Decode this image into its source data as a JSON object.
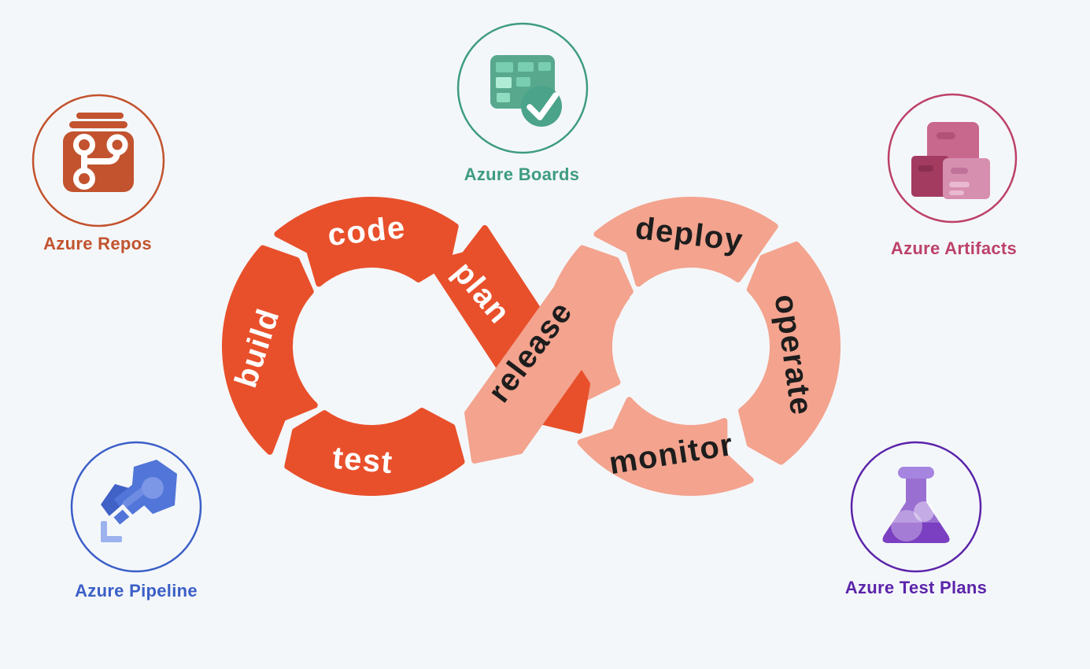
{
  "background": "#f4f7fa",
  "loop": {
    "left_color": "#e8502b",
    "right_color": "#f3a38e",
    "text_on_left": "#ffffff",
    "text_on_right": "#1d1d1d",
    "labels": {
      "plan": "plan",
      "code": "code",
      "build": "build",
      "test": "test",
      "release": "release",
      "deploy": "deploy",
      "operate": "operate",
      "monitor": "monitor"
    }
  },
  "services": [
    {
      "id": "azure-repos",
      "label": "Azure Repos",
      "color": "#c2532e",
      "icon": "git-branch-box-icon",
      "icon_colors": {
        "box": "#c2532e",
        "glyph": "#ffffff"
      }
    },
    {
      "id": "azure-boards",
      "label": "Azure Boards",
      "color": "#3e9c80",
      "icon": "kanban-board-icon",
      "icon_colors": {
        "board": "#58a88e",
        "tile": "#79ceb1",
        "tile_light": "#b0ecd6",
        "tile_mid": "#8fdcc0",
        "check_circle": "#4ba389",
        "check": "#ffffff"
      }
    },
    {
      "id": "azure-artifacts",
      "label": "Azure Artifacts",
      "color": "#bc4168",
      "icon": "package-boxes-icon",
      "icon_colors": {
        "box_top": "#c9688d",
        "box_left": "#a33b60",
        "box_right": "#d78fb0",
        "tape_top": "#b25278",
        "tape_left": "#8b2f50",
        "tape_right": "#c0739a",
        "label_lines": "#e9b9d0"
      }
    },
    {
      "id": "azure-pipeline",
      "label": "Azure Pipeline",
      "color": "#3b5fc7",
      "icon": "rocket-icon",
      "icon_colors": {
        "wing": "#4061c5",
        "body": "#5175d8",
        "window": "#7b97e6",
        "stripe": "#6e8ce2",
        "bracket": "#9cb2ef"
      }
    },
    {
      "id": "azure-test-plans",
      "label": "Azure Test Plans",
      "color": "#5b24a9",
      "icon": "flask-icon",
      "icon_colors": {
        "cap": "#a585e0",
        "glass": "#9a6fd2",
        "liquid": "#7b3fc1",
        "bubble": "#ffffff"
      }
    }
  ]
}
